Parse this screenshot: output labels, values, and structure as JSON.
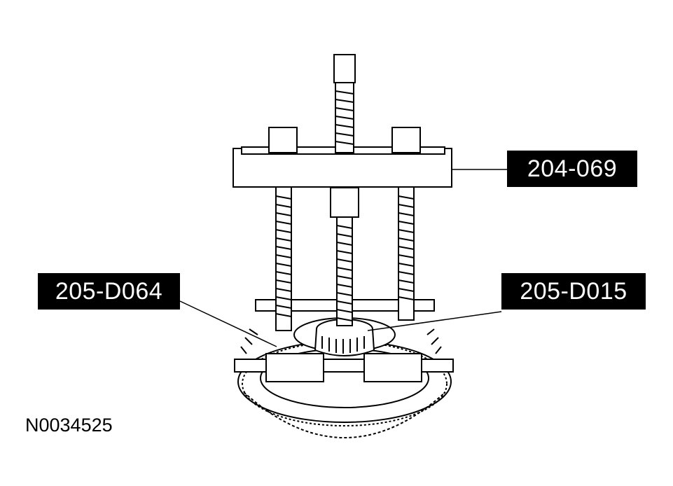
{
  "callouts": {
    "puller": "204-069",
    "adapter": "205-D064",
    "cup": "205-D015"
  },
  "figure_id": "N0034525"
}
